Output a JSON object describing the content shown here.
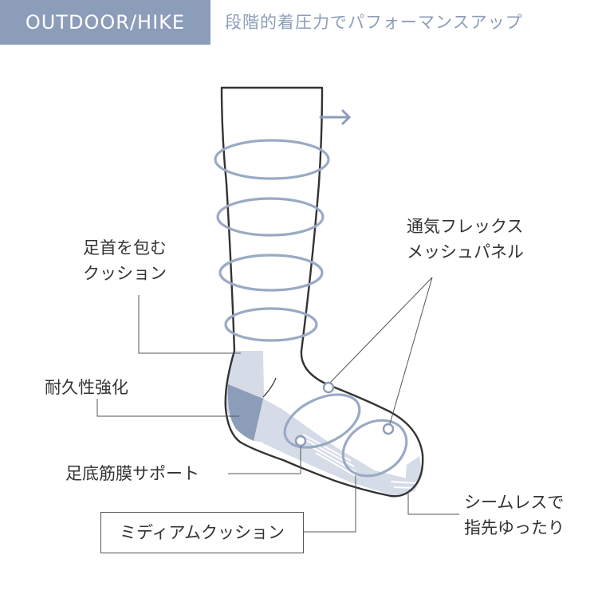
{
  "header": {
    "tag": "OUTDOOR/HIKE",
    "subtitle": "段階的着圧力でパフォーマンスアップ"
  },
  "labels": {
    "ankle_cushion": [
      "足首を包む",
      "クッション"
    ],
    "durability": "耐久性強化",
    "flex_mesh": [
      "通気フレックス",
      "メッシュパネル"
    ],
    "arch_support": "足底筋膜サポート",
    "mid_cushion": "ミディアムクッション",
    "seamless": [
      "シームレスで",
      "指先ゆったり"
    ]
  },
  "colors": {
    "accent": "#8c9db9",
    "ring": "#9aaac4",
    "shade": "#d5dbe7",
    "shade_dark": "#8c9db9",
    "line": "#333333"
  }
}
